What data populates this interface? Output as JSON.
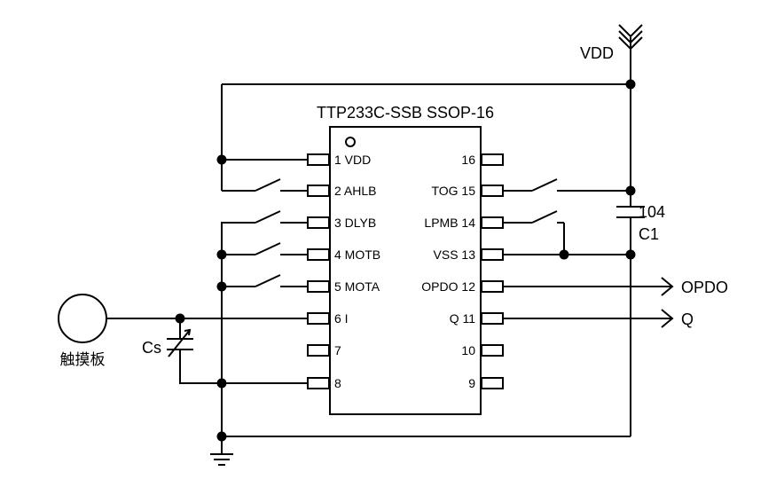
{
  "chip": {
    "title": "TTP233C-SSB SSOP-16",
    "pins_left": [
      "1 VDD",
      "2 AHLB",
      "3 DLYB",
      "4 MOTB",
      "5 MOTA",
      "6 I",
      "7",
      "8"
    ],
    "pins_right": [
      "16",
      "TOG 15",
      "LPMB 14",
      "VSS 13",
      "OPDO 12",
      "Q 11",
      "10",
      "9"
    ]
  },
  "labels": {
    "vdd": "VDD",
    "cap_value": "104",
    "cap_name": "C1",
    "output_opdo": "OPDO",
    "output_q": "Q",
    "cs": "Cs",
    "touch_pad": "触摸板"
  }
}
